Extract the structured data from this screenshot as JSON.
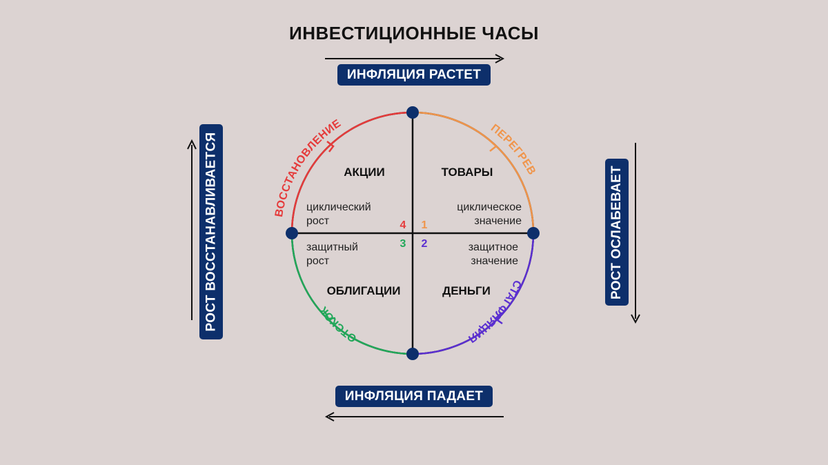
{
  "title": "ИНВЕСТИЦИОННЫЕ ЧАСЫ",
  "axes": {
    "top": "ИНФЛЯЦИЯ РАСТЕТ",
    "bottom": "ИНФЛЯЦИЯ ПАДАЕТ",
    "left": "РОСТ ВОССТАНАВЛИВАЕТСЯ",
    "right": "РОСТ ОСЛАБЕВАЕТ"
  },
  "phases": [
    {
      "label": "ВОССТАНОВЛЕНИЕ",
      "number": "4",
      "color": "#e53b3b"
    },
    {
      "label": "ПЕРЕГРЕВ",
      "number": "1",
      "color": "#f0954b"
    },
    {
      "label": "СТАГФЛЯЦИЯ",
      "number": "2",
      "color": "#5b2fd1"
    },
    {
      "label": "ОТСКОК",
      "number": "3",
      "color": "#22a85a"
    }
  ],
  "quadrants": [
    {
      "asset": "АКЦИИ",
      "line1": "циклический",
      "line2": "рост"
    },
    {
      "asset": "ТОВАРЫ",
      "line1": "циклическое",
      "line2": "значение"
    },
    {
      "asset": "ДЕНЬГИ",
      "line1": "защитное",
      "line2": "значение"
    },
    {
      "asset": "ОБЛИГАЦИИ",
      "line1": "защитный",
      "line2": "рост"
    }
  ],
  "colors": {
    "navy": "#0d2f6b",
    "background": "#dcd3d2",
    "line": "#111111"
  }
}
